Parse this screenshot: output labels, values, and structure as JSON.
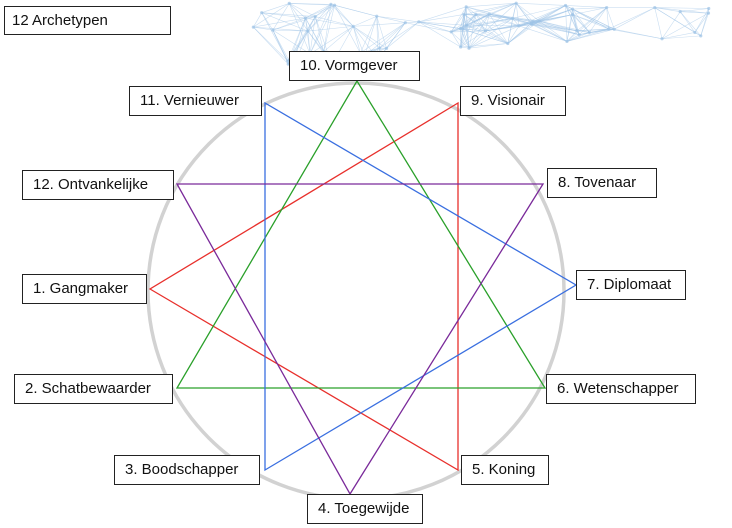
{
  "title": "12 Archetypen",
  "archetypes": [
    {
      "label": "1. Gangmaker"
    },
    {
      "label": "2. Schatbewaarder"
    },
    {
      "label": "3. Boodschapper"
    },
    {
      "label": "4. Toegewijde"
    },
    {
      "label": "5. Koning"
    },
    {
      "label": "6. Wetenschapper"
    },
    {
      "label": "7. Diplomaat"
    },
    {
      "label": "8. Tovenaar"
    },
    {
      "label": "9. Visionair"
    },
    {
      "label": "10. Vormgever"
    },
    {
      "label": "11. Vernieuwer"
    },
    {
      "label": "12. Ontvankelijke"
    }
  ],
  "triangles": [
    {
      "vertices": [
        1,
        5,
        9
      ],
      "color": "#e8302c"
    },
    {
      "vertices": [
        2,
        6,
        10
      ],
      "color": "#2aa02a"
    },
    {
      "vertices": [
        3,
        7,
        11
      ],
      "color": "#3a6fe0"
    },
    {
      "vertices": [
        4,
        8,
        12
      ],
      "color": "#7a2a9a"
    }
  ],
  "colors": {
    "circle": "#d2d2d2",
    "border": "#222222",
    "pattern": "#9ec3e6"
  }
}
